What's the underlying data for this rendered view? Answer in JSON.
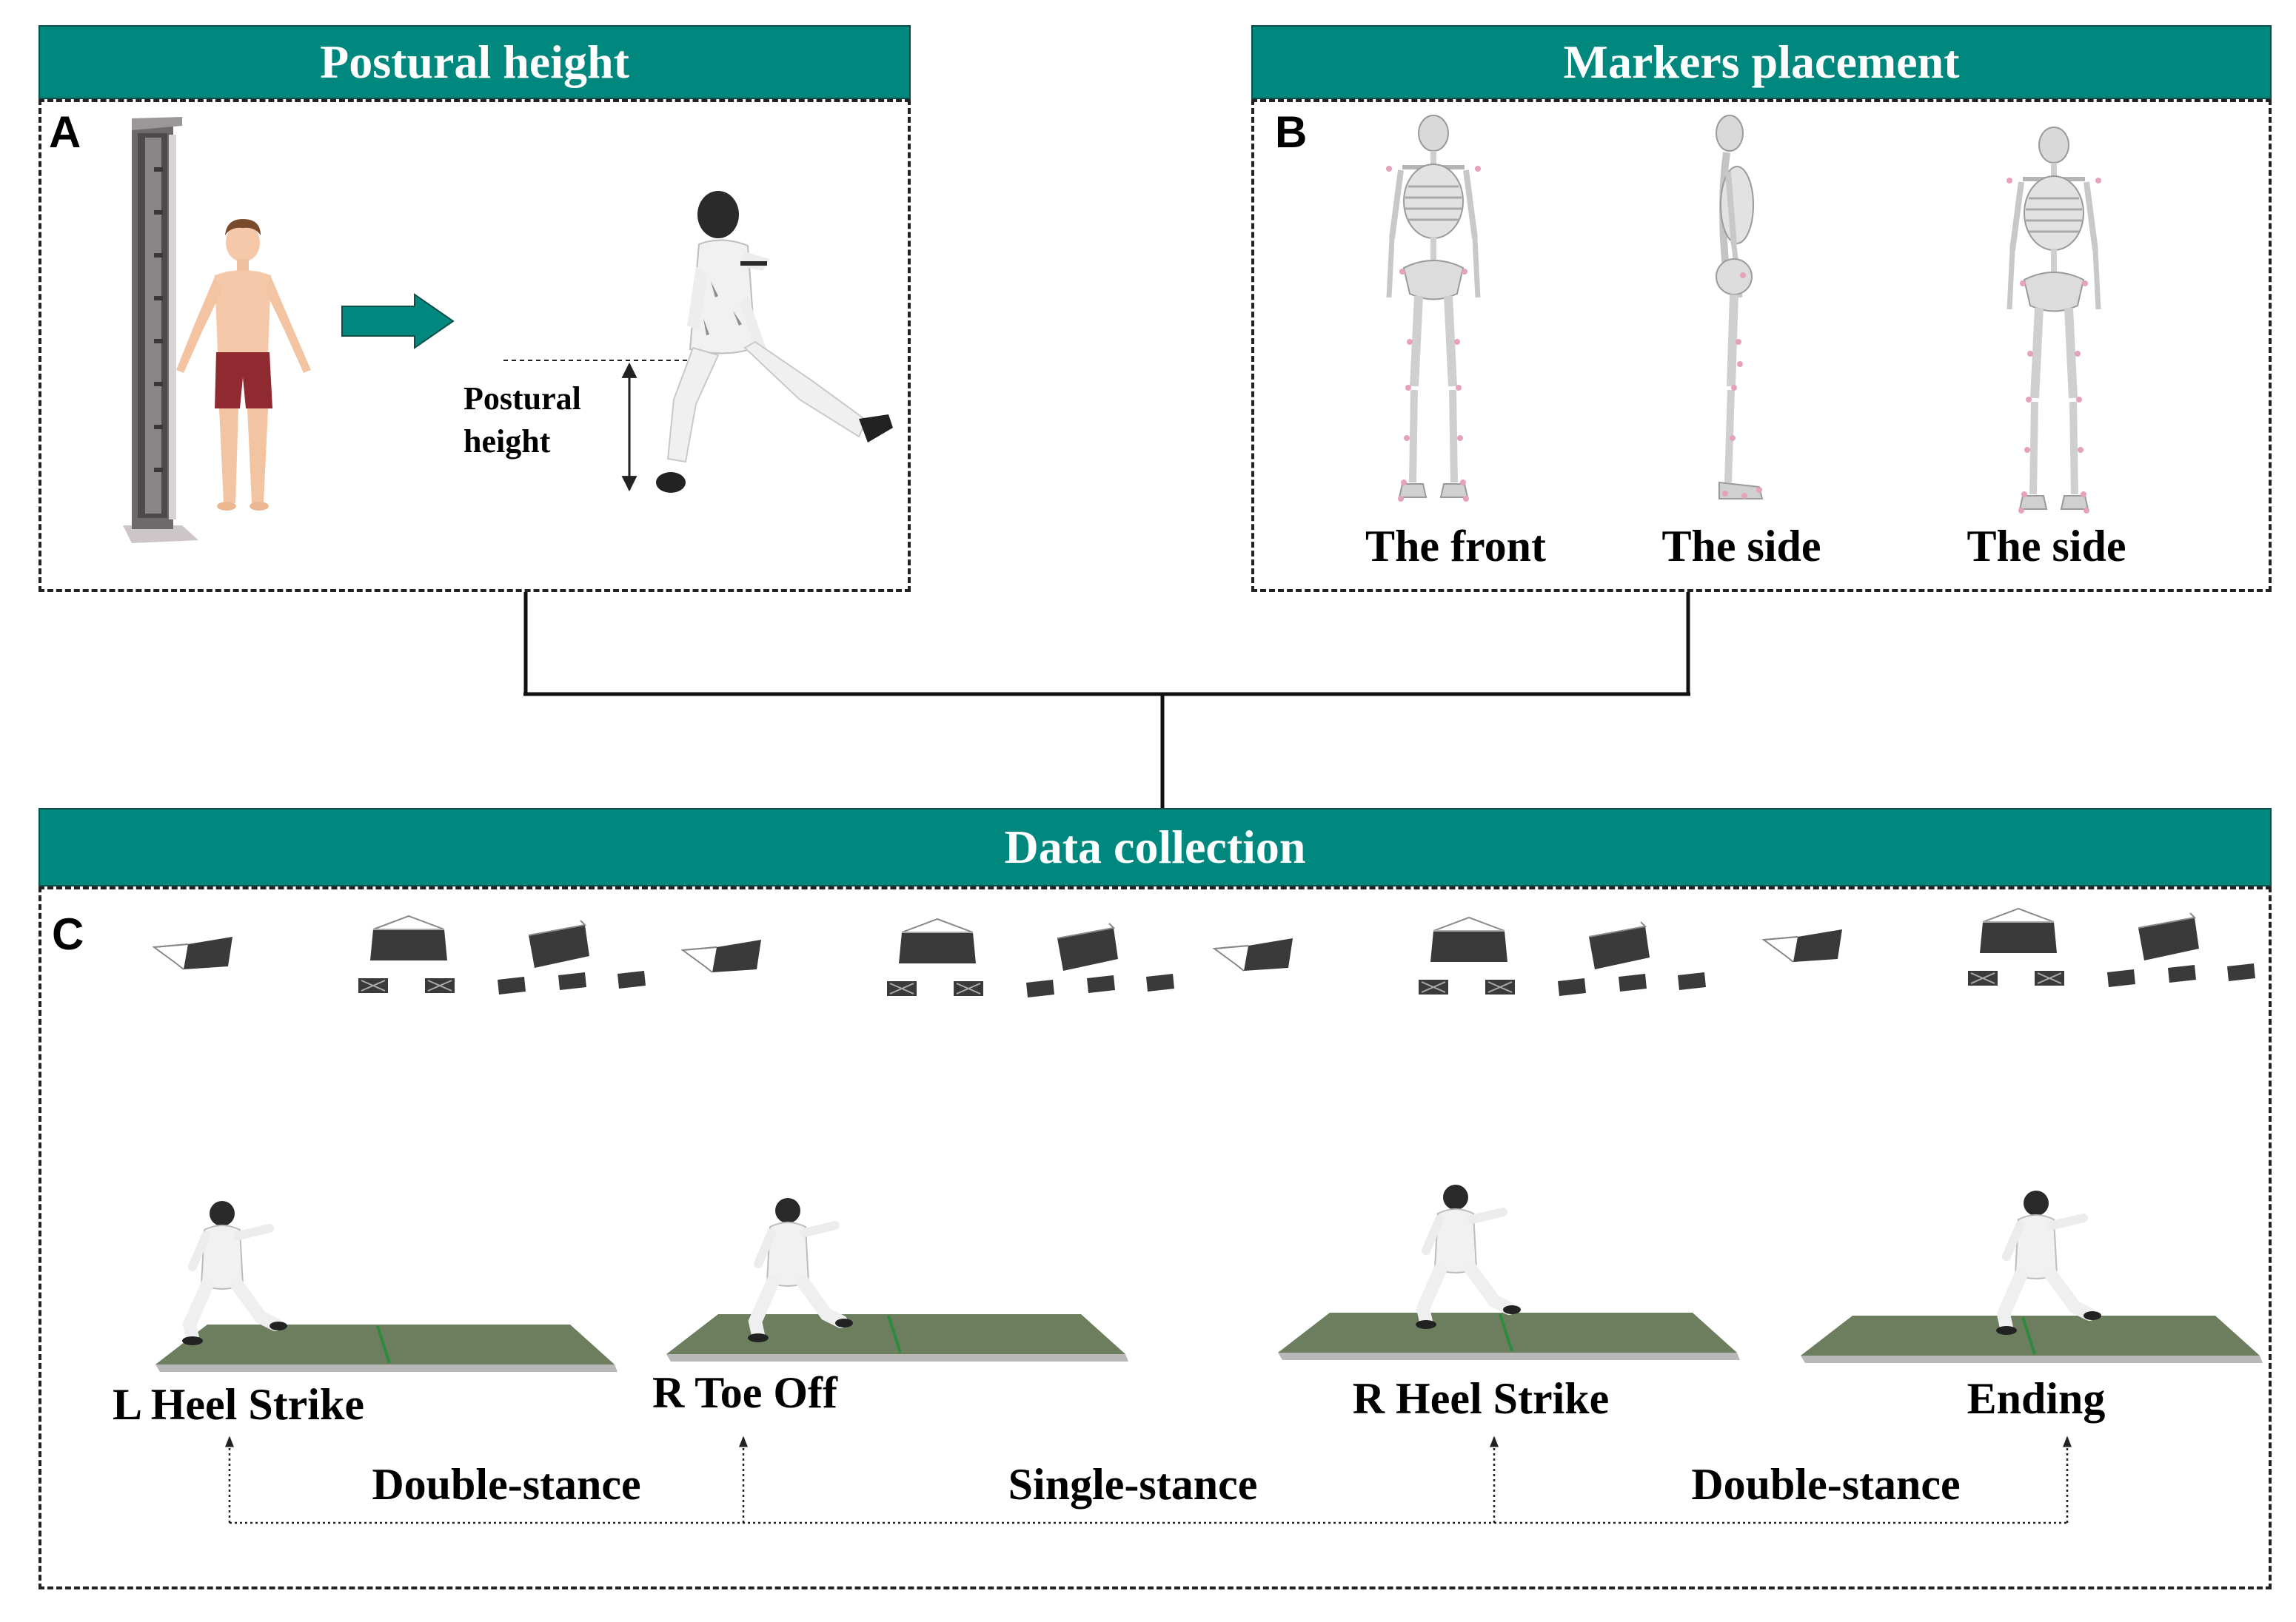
{
  "panels": {
    "a": {
      "letter": "A",
      "title": "Postural height",
      "annotation_line1": "Postural",
      "annotation_line2": "height"
    },
    "b": {
      "letter": "B",
      "title": "Markers placement",
      "views": [
        "The front",
        "The side",
        "The side"
      ]
    },
    "c": {
      "letter": "C",
      "title": "Data collection"
    }
  },
  "events": [
    "L Heel Strike",
    "R Toe Off",
    "R Heel Strike",
    "Ending"
  ],
  "phases": [
    "Double-stance",
    "Single-stance",
    "Double-stance"
  ],
  "colors": {
    "banner": "#00877e",
    "arrow": "#00877e",
    "mat": "#6d7e5f",
    "mat_line": "#2f8a3c",
    "marker": "#e6a3b5",
    "shorts": "#8e2a30",
    "skin": "#f4c8a8"
  }
}
